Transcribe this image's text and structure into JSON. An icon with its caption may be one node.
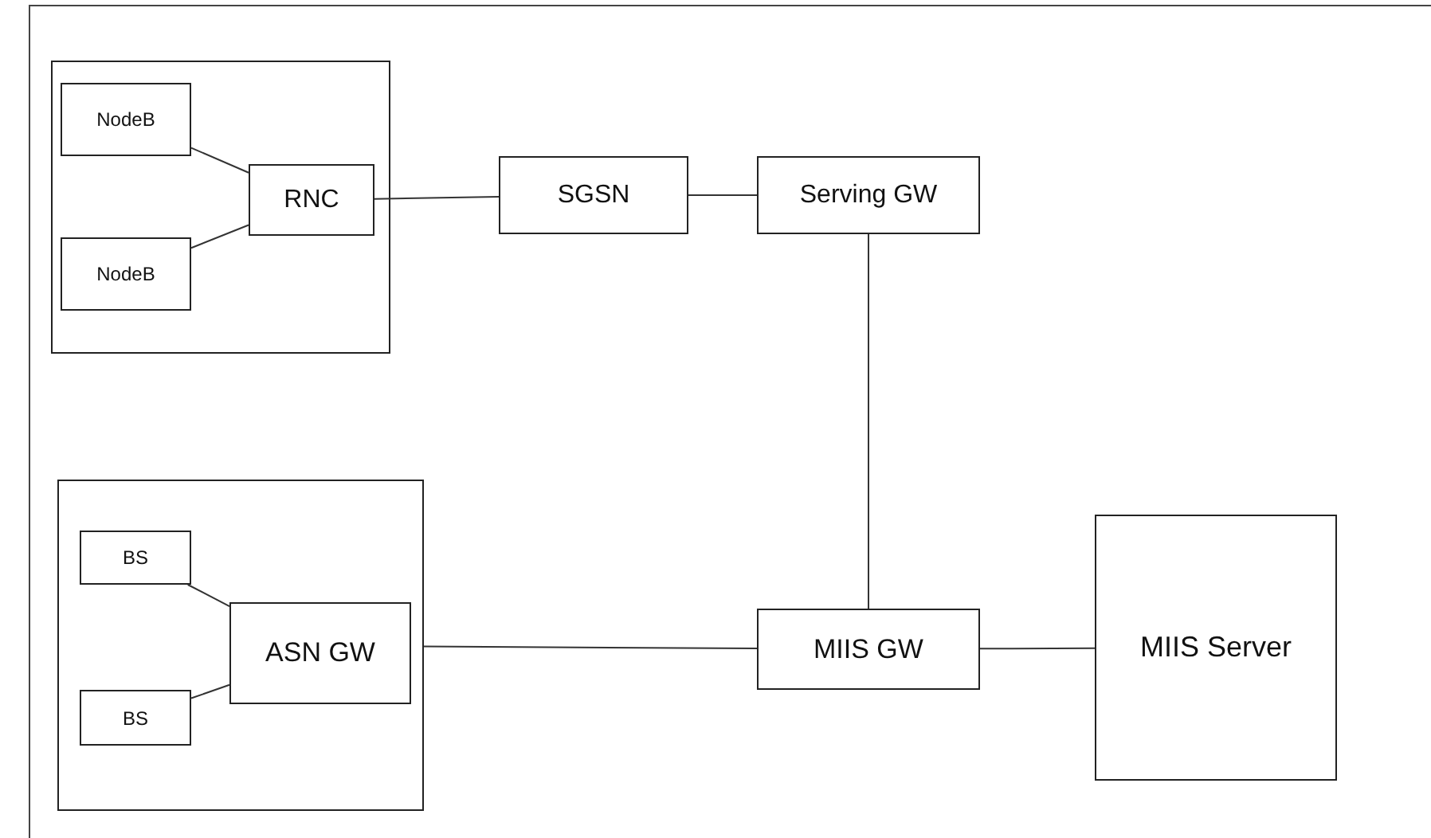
{
  "diagram": {
    "nodes": [
      {
        "text": [],
        "shape": "box"
      },
      {
        "text": [
          "NodeB"
        ],
        "in": 0
      },
      {
        "text": [
          "NodeB"
        ],
        "in": 0
      },
      {
        "text": [
          "RNC"
        ],
        "in": 0
      },
      {
        "text": [
          "SGSN"
        ]
      },
      {
        "text": [
          "Serving GW"
        ]
      },
      {
        "text": [],
        "shape": "box"
      },
      {
        "text": [
          "BS"
        ],
        "in": 6
      },
      {
        "text": [
          "BS"
        ],
        "in": 6
      },
      {
        "text": [
          "ASN GW"
        ],
        "in": 6
      },
      {
        "text": [
          "MIIS GW"
        ]
      },
      {
        "text": [
          "MIIS Server"
        ]
      }
    ],
    "edges": [
      {
        "from": 1,
        "to": 3,
        "arrow": "none"
      },
      {
        "from": 2,
        "to": 3,
        "arrow": "none"
      },
      {
        "from": 3,
        "to": 4,
        "arrow": "none"
      },
      {
        "from": 4,
        "to": 5,
        "arrow": "none"
      },
      {
        "from": 5,
        "to": 10,
        "arrow": "none"
      },
      {
        "from": 7,
        "to": 9,
        "arrow": "none"
      },
      {
        "from": 8,
        "to": 9,
        "arrow": "none"
      },
      {
        "from": 6,
        "to": 10,
        "arrow": "none"
      },
      {
        "from": 10,
        "to": 11,
        "arrow": "none"
      }
    ]
  }
}
